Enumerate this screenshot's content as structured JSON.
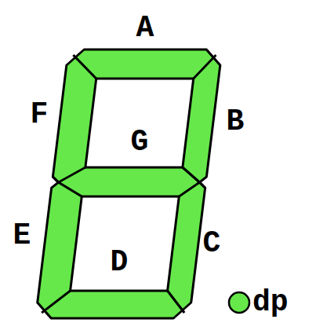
{
  "diagram": {
    "labels": [
      "A",
      "F",
      "G",
      "B",
      "E",
      "D",
      "C",
      "dp"
    ]
  }
}
